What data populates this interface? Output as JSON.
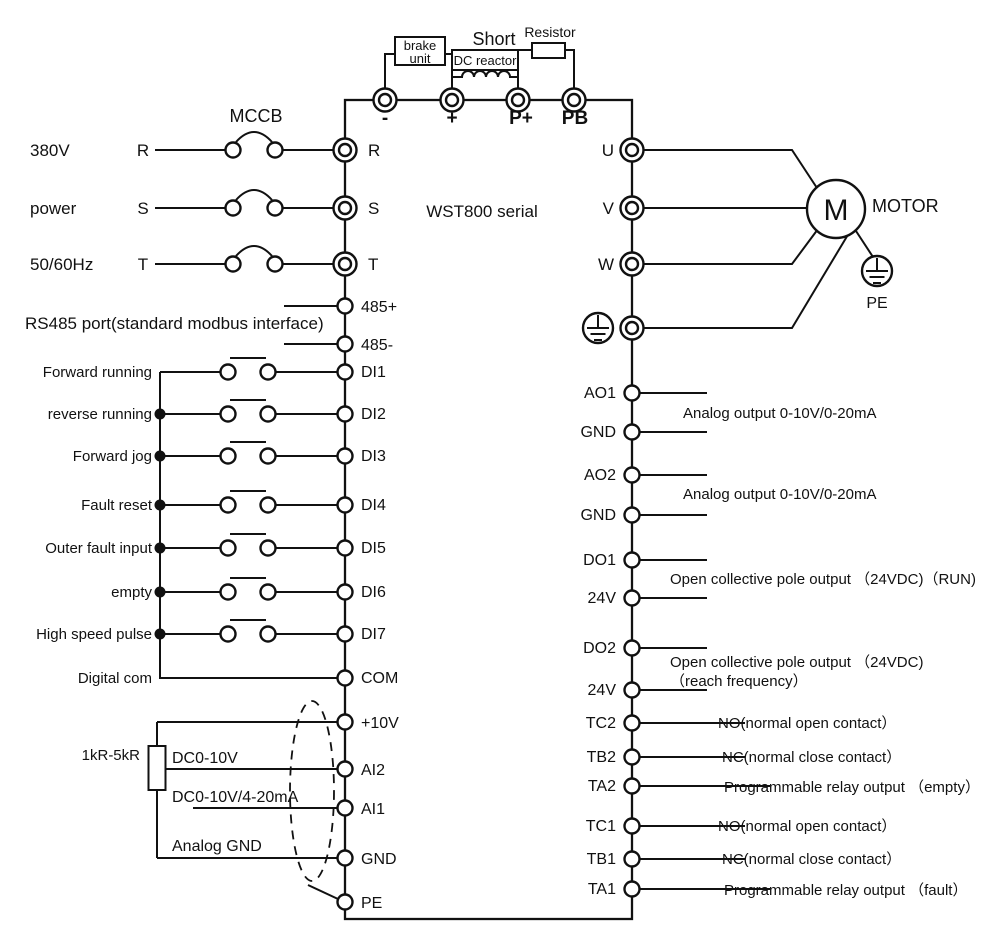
{
  "diagram": {
    "title": "WST800 serial",
    "colors": {
      "ink": "#111111",
      "background": "#ffffff"
    },
    "top": {
      "brake_unit": [
        "brake",
        "unit"
      ],
      "dc_reactor": "DC reactor",
      "short_label": "Short",
      "resistor_label": "Resistor",
      "terminals": [
        "-",
        "+",
        "P+",
        "PB"
      ]
    },
    "power": {
      "source": [
        "380V",
        "power",
        "50/60Hz"
      ],
      "phases": [
        "R",
        "S",
        "T"
      ],
      "breaker": "MCCB",
      "terminals": [
        "R",
        "S",
        "T"
      ]
    },
    "rs485": {
      "label": "RS485 port(standard modbus interface)",
      "terminals": [
        "485+",
        "485-"
      ]
    },
    "digital_inputs": {
      "rows": [
        {
          "label": "Forward running",
          "terminal": "DI1"
        },
        {
          "label": "reverse running",
          "terminal": "DI2"
        },
        {
          "label": "Forward jog",
          "terminal": "DI3"
        },
        {
          "label": "Fault reset",
          "terminal": "DI4"
        },
        {
          "label": "Outer fault input",
          "terminal": "DI5"
        },
        {
          "label": "empty",
          "terminal": "DI6"
        },
        {
          "label": "High speed pulse",
          "terminal": "DI7"
        }
      ],
      "com": {
        "label": "Digital com",
        "terminal": "COM"
      }
    },
    "analog_inputs": {
      "resistor_value": "1kR-5kR",
      "ai2_label": "DC0-10V",
      "ai1_label": "DC0-10V/4-20mA",
      "gnd_label": "Analog GND",
      "terminals": [
        "+10V",
        "AI2",
        "AI1",
        "GND",
        "PE"
      ]
    },
    "motor": {
      "terminals": [
        "U",
        "V",
        "W"
      ],
      "symbol": "M",
      "label": "MOTOR",
      "pe_label": "PE"
    },
    "analog_outputs": [
      {
        "terminal_a": "AO1",
        "terminal_b": "GND",
        "desc": "Analog output 0-10V/0-20mA"
      },
      {
        "terminal_a": "AO2",
        "terminal_b": "GND",
        "desc": "Analog output 0-10V/0-20mA"
      }
    ],
    "digital_outputs": [
      {
        "terminal_a": "DO1",
        "terminal_b": "24V",
        "desc": "Open collective pole output （24VDC)（RUN)"
      },
      {
        "terminal_a": "DO2",
        "terminal_b": "24V",
        "desc": "Open collective pole output （24VDC)",
        "desc2": "（reach frequency）"
      }
    ],
    "relay_outputs": [
      {
        "terminal": "TC2",
        "desc": "NO(normal open contact）"
      },
      {
        "terminal": "TB2",
        "desc": "NC(normal close contact）"
      },
      {
        "terminal": "TA2",
        "desc": "Programmable relay output （empty）"
      },
      {
        "terminal": "TC1",
        "desc": "NO(normal open contact）"
      },
      {
        "terminal": "TB1",
        "desc": "NC(normal close contact）"
      },
      {
        "terminal": "TA1",
        "desc": "Programmable relay output （fault）"
      }
    ]
  }
}
